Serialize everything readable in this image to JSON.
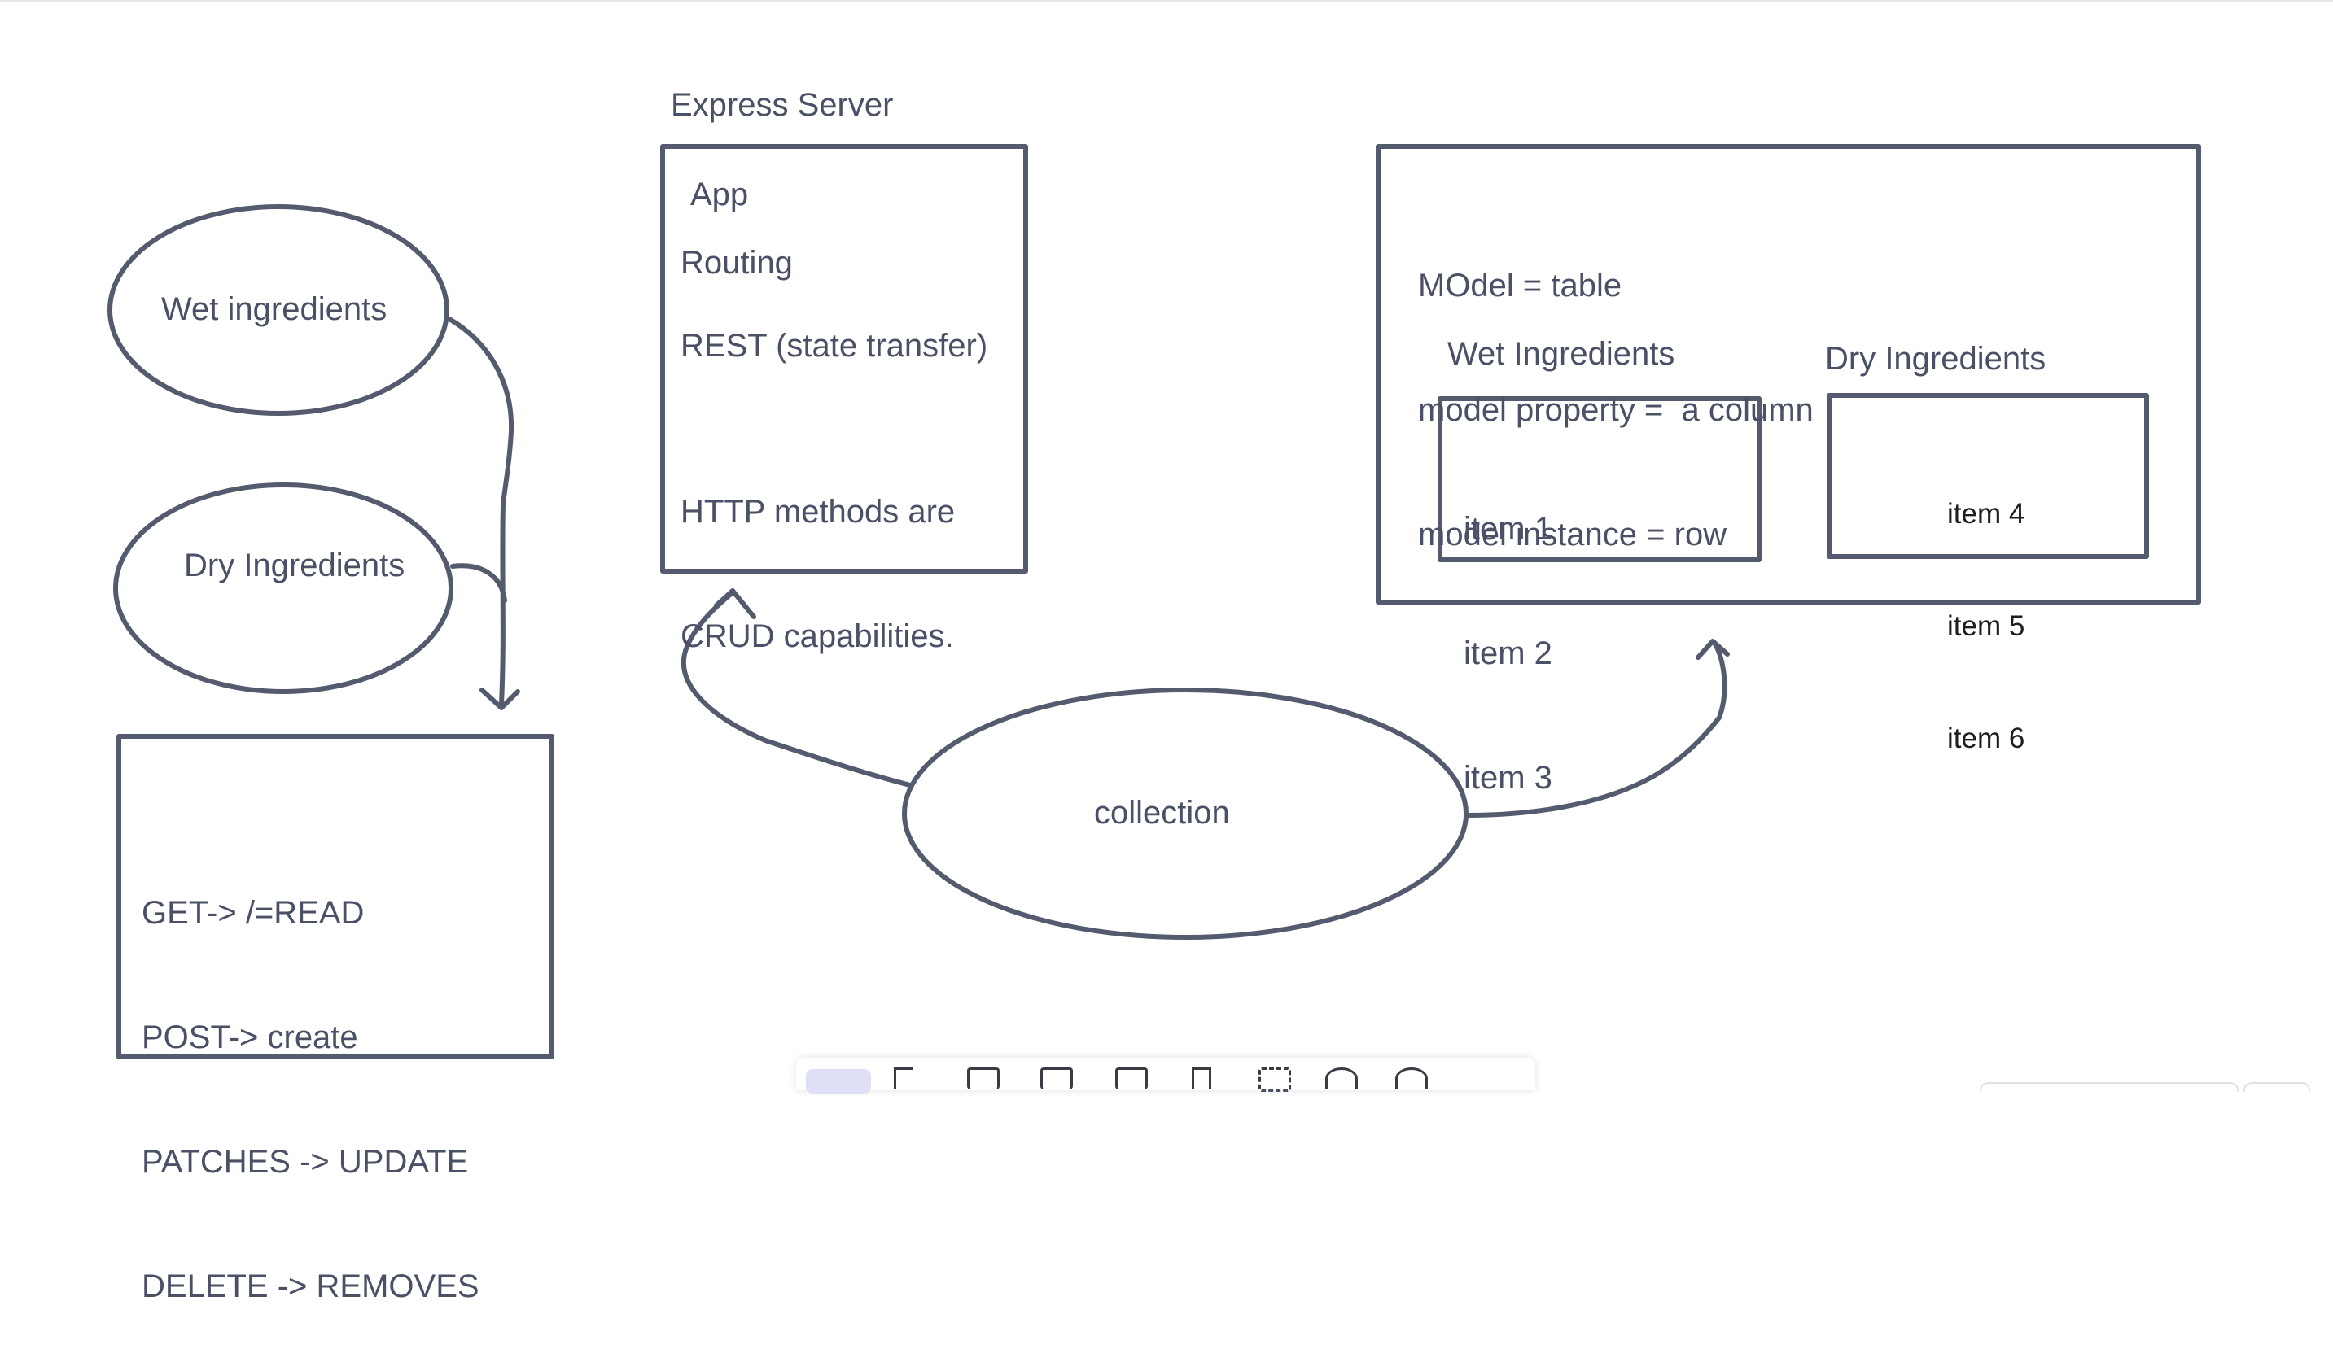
{
  "canvas": {
    "stroke_color": "#555b6e",
    "text_color": "#4a5166"
  },
  "shapes": {
    "wet_ingredients_ellipse": "Wet ingredients",
    "dry_ingredients_ellipse": "Dry Ingredients",
    "collection_ellipse": "collection"
  },
  "express": {
    "title": "Express Server",
    "app": "App",
    "routing": "Routing",
    "rest": "REST (state transfer)",
    "http_line1": "HTTP methods are",
    "http_line2": "CRUD capabilities."
  },
  "methods_box": {
    "lines": [
      "GET-> /=READ",
      "POST-> create",
      "PATCHES -> UPDATE",
      "DELETE -> REMOVES"
    ]
  },
  "model_box": {
    "lines": [
      "MOdel = table",
      "model property =  a column",
      "model instance = row"
    ],
    "wet_title": "Wet Ingredients",
    "wet_items": [
      "item 1",
      "item 2",
      "item 3"
    ],
    "dry_title": "Dry Ingredients",
    "dry_items": [
      "item 4",
      "item 5",
      "item 6"
    ]
  },
  "toolbar": {
    "tools": [
      "hand-tool",
      "selection-tool",
      "rectangle-tool",
      "diamond-tool",
      "ellipse-tool",
      "arrow-tool",
      "line-tool",
      "draw-tool",
      "text-tool",
      "image-tool",
      "eraser-tool"
    ]
  }
}
